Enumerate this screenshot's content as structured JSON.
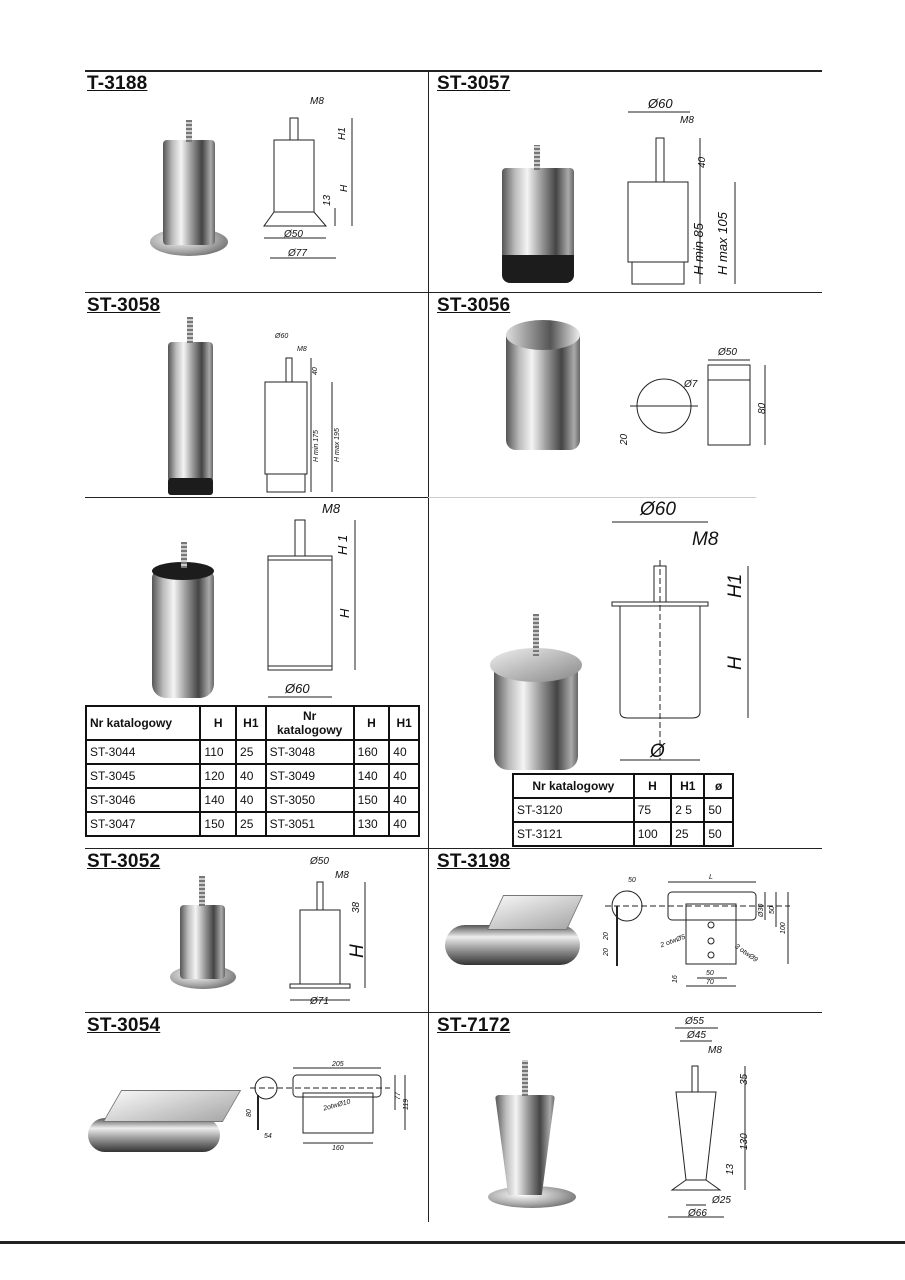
{
  "sections": [
    {
      "title": "T-3188",
      "dims": {
        "m8": "M8",
        "h1": "H1",
        "h": "H",
        "d13": "13",
        "d50": "Ø50",
        "d77": "Ø77"
      }
    },
    {
      "title": "ST-3057",
      "dims": {
        "d60": "Ø60",
        "m8": "M8",
        "d40": "40",
        "hmin": "H min 85",
        "hmax": "H max 105"
      }
    },
    {
      "title": "ST-3058",
      "dims": {
        "d60": "Ø60",
        "m8": "M8",
        "d40": "40",
        "hmin": "H min 175",
        "hmax": "H max 195"
      }
    },
    {
      "title": "ST-3056",
      "dims": {
        "d7": "Ø7",
        "d20": "20",
        "d50": "Ø50",
        "d80": "80"
      }
    },
    {
      "dims": {
        "m8": "M8",
        "h1": "H 1",
        "h": "H",
        "d60": "Ø60"
      },
      "table": {
        "headers": [
          "Nr katalogowy",
          "H",
          "H1",
          "Nr katalogowy",
          "H",
          "H1"
        ],
        "rows": [
          [
            "ST-3044",
            "110",
            "25",
            "ST-3048",
            "160",
            "40"
          ],
          [
            "ST-3045",
            "120",
            "40",
            "ST-3049",
            "140",
            "40"
          ],
          [
            "ST-3046",
            "140",
            "40",
            "ST-3050",
            "150",
            "40"
          ],
          [
            "ST-3047",
            "150",
            "25",
            "ST-3051",
            "130",
            "40"
          ]
        ]
      }
    },
    {
      "dims": {
        "d60": "Ø60",
        "m8": "M8",
        "h1": "H1",
        "h": "H",
        "d": "Ø"
      },
      "table": {
        "headers": [
          "Nr katalogowy",
          "H",
          "H1",
          "ø"
        ],
        "rows": [
          [
            "ST-3120",
            "75",
            "2 5",
            "50"
          ],
          [
            "ST-3121",
            "100",
            "25",
            "50"
          ]
        ]
      }
    },
    {
      "title": "ST-3052",
      "dims": {
        "d50": "Ø50",
        "m8": "M8",
        "d38": "38",
        "h": "H",
        "d71": "Ø71"
      }
    },
    {
      "title": "ST-3198",
      "dims": {
        "d50": "50",
        "l": "L",
        "d30": "Ø30",
        "d50b": "50",
        "d100": "100",
        "otw5": "2 otwØ5",
        "otw9": "3 otwØ9",
        "d20a": "20",
        "d20b": "20",
        "d16": "16",
        "d50c": "50",
        "d70": "70"
      }
    },
    {
      "title": "ST-3054",
      "dims": {
        "d205": "205",
        "d77": "77",
        "d119": "119",
        "d80": "80",
        "d54": "54",
        "d160": "160",
        "otw10": "2otwØ10"
      }
    },
    {
      "title": "ST-7172",
      "dims": {
        "d55": "Ø55",
        "d45": "Ø45",
        "m8": "M8",
        "d35": "35",
        "d130": "130",
        "d13": "13",
        "d25": "Ø25",
        "d66": "Ø66"
      }
    }
  ]
}
